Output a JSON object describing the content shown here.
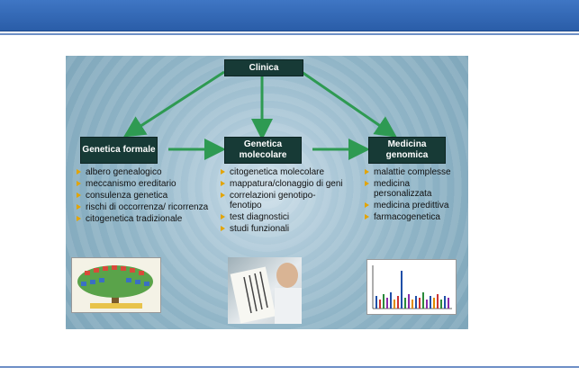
{
  "diagram": {
    "top_box": "Clinica",
    "columns": [
      {
        "box": "Genetica formale",
        "items": [
          "albero genealogico",
          "meccanismo ereditario",
          "consulenza genetica",
          "rischi di occorrenza/ ricorrenza",
          "citogenetica tradizionale"
        ]
      },
      {
        "box": "Genetica molecolare",
        "items": [
          "citogenetica molecolare",
          "mappatura/clonaggio di geni",
          "correlazioni genotipo-fenotipo",
          "test diagnostici",
          "studi funzionali"
        ]
      },
      {
        "box": "Medicina genomica",
        "items": [
          "malattie complesse",
          "medicina personalizzata",
          "medicina predittiva",
          "farmacogenetica"
        ]
      }
    ],
    "colors": {
      "box": "#173a36",
      "arrow": "#2e9a52",
      "bullet": "#e3a400",
      "header_bar": "#2a5da8"
    }
  }
}
